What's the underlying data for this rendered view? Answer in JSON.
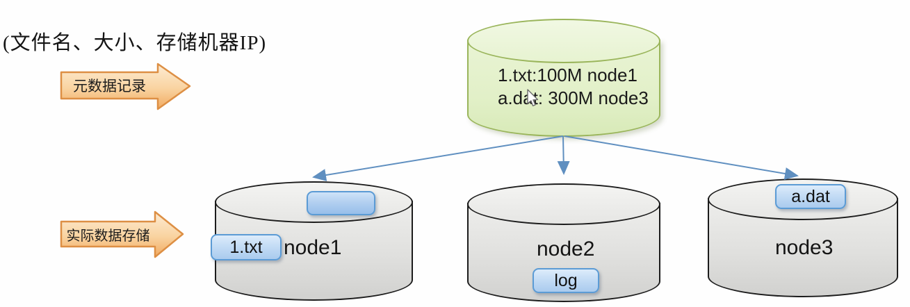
{
  "title": "(文件名、大小、存储机器IP)",
  "flow_arrows": {
    "metadata": "元数据记录",
    "storage": "实际数据存储"
  },
  "metadata_store": {
    "records": [
      "1.txt:100M node1",
      "a.dat: 300M node3"
    ]
  },
  "nodes": [
    {
      "label": "node1",
      "block_top": "",
      "block_file": "1.txt"
    },
    {
      "label": "node2",
      "block_file": "log"
    },
    {
      "label": "node3",
      "block_file": "a.dat"
    }
  ],
  "colors": {
    "metadata_cylinder_fill": "#e7f3d1",
    "metadata_cylinder_border": "#9ab55b",
    "node_cylinder_fill": "#e0e0de",
    "node_cylinder_border": "#1c1c1c",
    "block_fill": "#c4dcf5",
    "block_border": "#5b9bd5",
    "connector_blue": "#5f8fc0",
    "flow_arrow_fill": "#f9d3a0",
    "flow_arrow_border": "#dd8f44"
  }
}
